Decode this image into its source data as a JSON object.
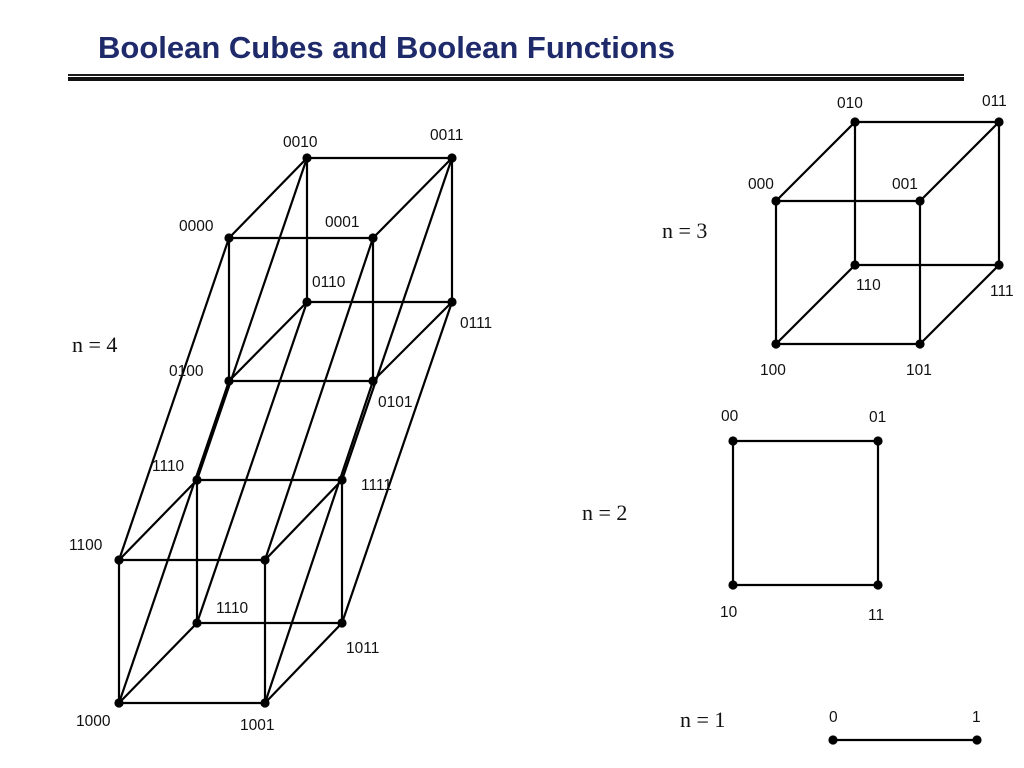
{
  "title": "Boolean Cubes and Boolean Functions",
  "colors": {
    "title": "#1f2a6b",
    "line": "#000000"
  },
  "cubes": [
    {
      "id": "n4",
      "label": "n = 4",
      "vertices": [
        {
          "id": "v0010",
          "text": "0010"
        },
        {
          "id": "v0011",
          "text": "0011"
        },
        {
          "id": "v0000",
          "text": "0000"
        },
        {
          "id": "v0001",
          "text": "0001"
        },
        {
          "id": "v0110",
          "text": "0110"
        },
        {
          "id": "v0111",
          "text": "0111"
        },
        {
          "id": "v0100",
          "text": "0100"
        },
        {
          "id": "v0101",
          "text": "0101"
        },
        {
          "id": "v1110a",
          "text": "1110"
        },
        {
          "id": "v1111",
          "text": "1111"
        },
        {
          "id": "v1100",
          "text": "1100"
        },
        {
          "id": "v1101",
          "text": ""
        },
        {
          "id": "v1110b",
          "text": "1110"
        },
        {
          "id": "v1011",
          "text": "1011"
        },
        {
          "id": "v1000",
          "text": "1000"
        },
        {
          "id": "v1001",
          "text": "1001"
        }
      ]
    },
    {
      "id": "n3",
      "label": "n = 3",
      "vertices": [
        {
          "id": "v010",
          "text": "010"
        },
        {
          "id": "v011",
          "text": "011"
        },
        {
          "id": "v000",
          "text": "000"
        },
        {
          "id": "v001",
          "text": "001"
        },
        {
          "id": "v110",
          "text": "110"
        },
        {
          "id": "v111",
          "text": "111"
        },
        {
          "id": "v100",
          "text": "100"
        },
        {
          "id": "v101",
          "text": "101"
        }
      ]
    },
    {
      "id": "n2",
      "label": "n = 2",
      "vertices": [
        {
          "id": "v00",
          "text": "00"
        },
        {
          "id": "v01",
          "text": "01"
        },
        {
          "id": "v10",
          "text": "10"
        },
        {
          "id": "v11",
          "text": "11"
        }
      ]
    },
    {
      "id": "n1",
      "label": "n = 1",
      "vertices": [
        {
          "id": "v0",
          "text": "0"
        },
        {
          "id": "v1",
          "text": "1"
        }
      ]
    }
  ]
}
